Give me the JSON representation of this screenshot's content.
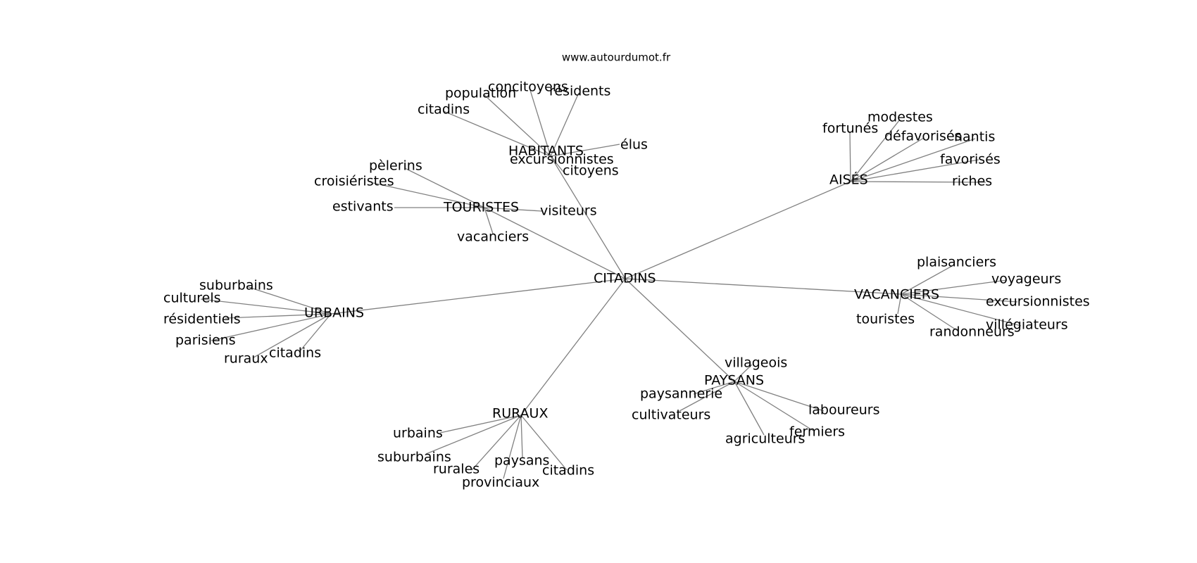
{
  "site": "www.autourdumot.fr",
  "colors": {
    "edge": "#808080",
    "text": "#000000",
    "background": "#ffffff"
  },
  "graph": {
    "root": "CITADINS",
    "hubs": [
      {
        "id": "habitants",
        "label": "HABITANTS",
        "leaves": [
          "population",
          "concitoyens",
          "résidents",
          "citadins",
          "élus",
          "excursionnistes",
          "citoyens"
        ]
      },
      {
        "id": "touristes",
        "label": "TOURISTES",
        "leaves": [
          "pèlerins",
          "croisiéristes",
          "estivants",
          "vacanciers",
          "visiteurs"
        ]
      },
      {
        "id": "aises",
        "label": "AISÉS",
        "leaves": [
          "fortunés",
          "modestes",
          "défavorisés",
          "nantis",
          "favorisés",
          "riches"
        ]
      },
      {
        "id": "vacanciers",
        "label": "VACANCIERS",
        "leaves": [
          "plaisanciers",
          "voyageurs",
          "excursionnistes",
          "touristes",
          "villégiateurs",
          "randonneurs"
        ]
      },
      {
        "id": "urbains",
        "label": "URBAINS",
        "leaves": [
          "suburbains",
          "culturels",
          "résidentiels",
          "parisiens",
          "ruraux",
          "citadins"
        ]
      },
      {
        "id": "paysans",
        "label": "PAYSANS",
        "leaves": [
          "villageois",
          "paysannerie",
          "cultivateurs",
          "agriculteurs",
          "fermiers",
          "laboureurs"
        ]
      },
      {
        "id": "ruraux",
        "label": "RURAUX",
        "leaves": [
          "urbains",
          "suburbains",
          "rurales",
          "provinciaux",
          "paysans",
          "citadins"
        ]
      }
    ]
  }
}
